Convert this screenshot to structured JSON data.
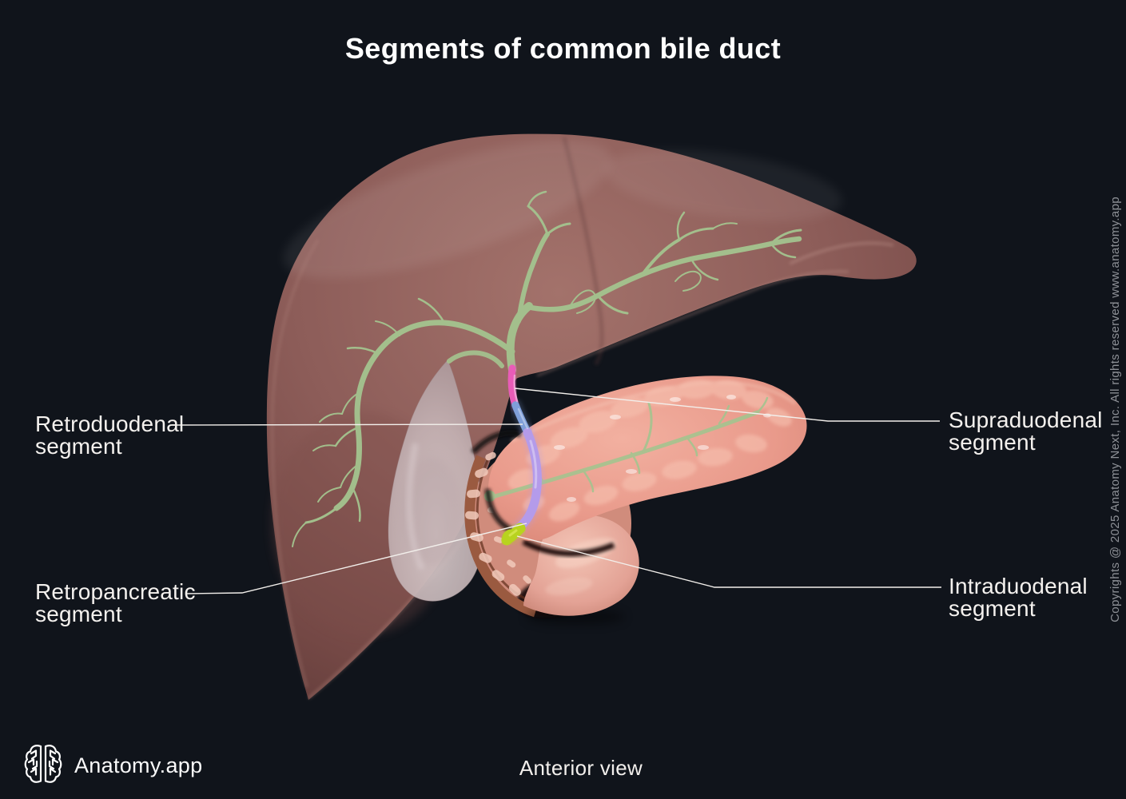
{
  "title": "Segments of common bile duct",
  "view_label": "Anterior view",
  "brand": {
    "name": "Anatomy.app",
    "logo_icon": "brain-icon"
  },
  "copyright": "Copyrights @ 2025 Anatomy Next, Inc. All rights reserved www.anatomy.app",
  "labels": {
    "retroduodenal": {
      "line1": "Retroduodenal",
      "line2": "segment"
    },
    "retropancreatic": {
      "line1": "Retropancreatic",
      "line2": "segment"
    },
    "supraduodenal": {
      "line1": "Supraduodenal",
      "line2": "segment"
    },
    "intraduodenal": {
      "line1": "Intraduodenal",
      "line2": "segment"
    }
  },
  "colors": {
    "background": "#10141b",
    "label_text": "#f4f1ee",
    "leader_line": "#f2efeb",
    "supraduodenal": "#e95cb8",
    "retroduodenal": "#7f9fd9",
    "retropancreatic": "#b49bea",
    "intraduodenal": "#b8d31f",
    "bile_duct": "#a4c48f",
    "liver": "#8d5d59",
    "gallbladder": "#c5b4b6",
    "pancreas": "#e99a8b",
    "duodenum": "#e3a295"
  }
}
